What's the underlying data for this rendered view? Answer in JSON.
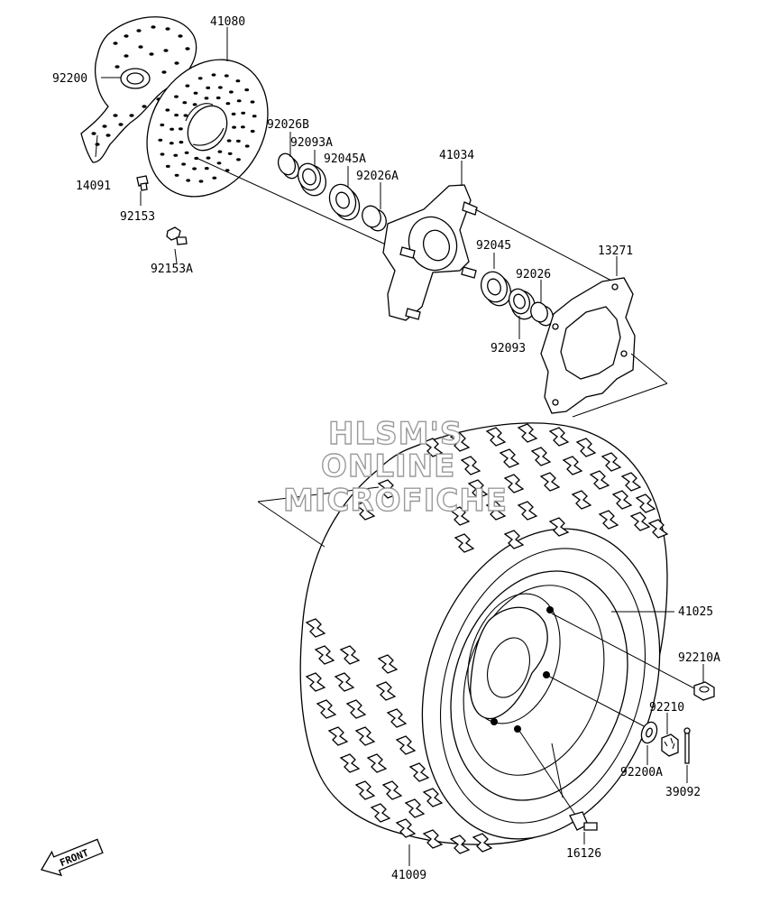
{
  "watermark": [
    "HLSM'S",
    "ONLINE",
    "MICROFICHE"
  ],
  "front_badge": "FRONT",
  "labels": {
    "p41080": "41080",
    "p92200": "92200",
    "p14091": "14091",
    "p92153": "92153",
    "p92153A": "92153A",
    "p92026B": "92026B",
    "p92093A": "92093A",
    "p92045A": "92045A",
    "p92026A": "92026A",
    "p41034": "41034",
    "p92045": "92045",
    "p92026": "92026",
    "p92093": "92093",
    "p13271": "13271",
    "p41025": "41025",
    "p92210A": "92210A",
    "p92210": "92210",
    "p92200A": "92200A",
    "p39092": "39092",
    "p16126": "16126",
    "p41009": "41009"
  }
}
